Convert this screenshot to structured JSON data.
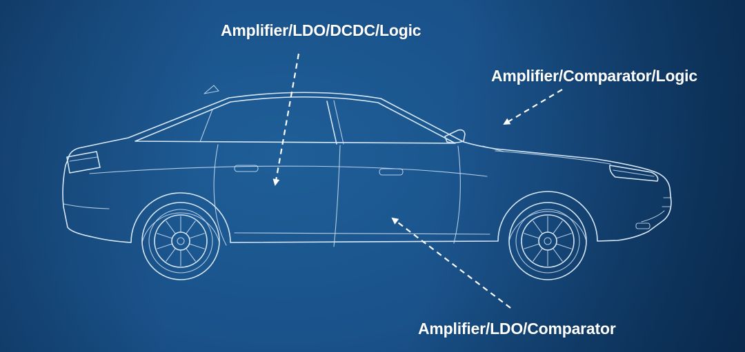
{
  "illustration": {
    "subject": "sedan-car-blueprint-line-drawing",
    "style": "white-outline-on-blue-gradient"
  },
  "colors": {
    "background_center": "#1f5e97",
    "background_edge": "#0b335c",
    "line": "#d9e8f8",
    "text": "#ffffff",
    "arrow": "#ffffff"
  },
  "annotations": {
    "top": {
      "label": "Amplifier/LDO/DCDC/Logic",
      "arrow_direction": "down-to-front-door"
    },
    "right": {
      "label": "Amplifier/Comparator/Logic",
      "arrow_direction": "down-left-to-pillar"
    },
    "bottom": {
      "label": "Amplifier/LDO/Comparator",
      "arrow_direction": "up-left-to-rocker"
    }
  }
}
